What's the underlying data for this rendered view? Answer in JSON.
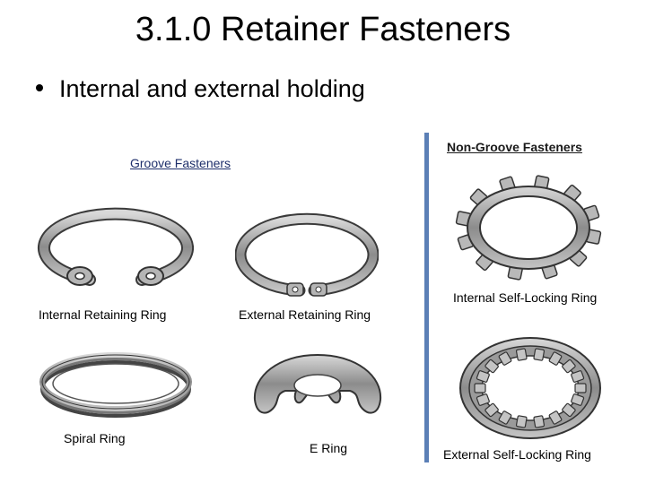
{
  "slide": {
    "title": "3.1.0 Retainer Fasteners",
    "bullet": "Internal and external holding"
  },
  "groove": {
    "heading": "Groove Fasteners",
    "items": [
      {
        "label": "Internal Retaining Ring"
      },
      {
        "label": "External Retaining Ring"
      },
      {
        "label": "Spiral Ring"
      },
      {
        "label": "E Ring"
      }
    ]
  },
  "non_groove": {
    "heading": "Non-Groove Fasteners",
    "items": [
      {
        "label": "Internal Self-Locking Ring"
      },
      {
        "label": "External Self-Locking Ring"
      }
    ]
  },
  "colors": {
    "divider": "#5b7fb6",
    "groove_heading": "#1e2f6b",
    "ring_metal": "#9a9a9a"
  }
}
